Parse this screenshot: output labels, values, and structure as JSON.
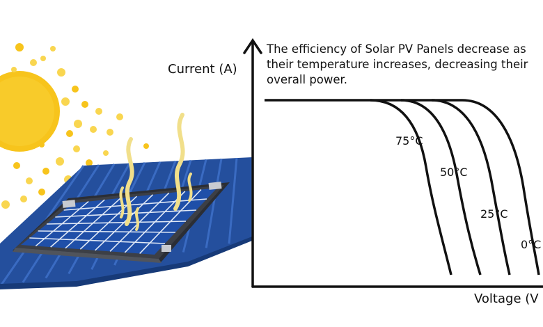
{
  "caption": {
    "lines": [
      "The efficiency of Solar PV Panels decrease as",
      "their temperature increases, decreasing their",
      "overall power."
    ]
  },
  "axes": {
    "y_label": "Current (A)",
    "x_label": "Voltage (V"
  },
  "curves": [
    {
      "label": "75°C"
    },
    {
      "label": "50°C"
    },
    {
      "label": "25°C"
    },
    {
      "label": "0°C"
    }
  ],
  "colors": {
    "line": "#111111",
    "sun": "#f7c41c",
    "sun_dots": "#f9d650",
    "roof": "#244f9d",
    "roof_dark": "#173a78",
    "panel_frame": "#3c3f46",
    "panel_cell": "#1f4fa8",
    "panel_grid": "#dfe8f6",
    "heat": "#f1df8a"
  },
  "icons": [
    "sun-icon",
    "roof-icon",
    "solar-panel-icon",
    "heat-wave-icon"
  ]
}
